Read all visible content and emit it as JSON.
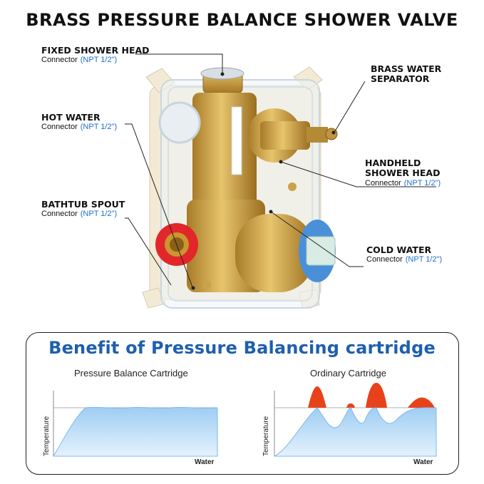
{
  "title": "BRASS PRESSURE BALANCE SHOWER VALVE",
  "callouts": {
    "fixed_shower_head": {
      "name": "FIXED SHOWER HEAD",
      "sub": "Connector",
      "spec": "(NPT 1/2\")"
    },
    "hot_water": {
      "name": "HOT WATER",
      "sub": "Connector",
      "spec": "(NPT 1/2\")"
    },
    "bathtub_spout": {
      "name": "BATHTUB SPOUT",
      "sub": "Connector",
      "spec": "(NPT 1/2\")"
    },
    "brass_water_separator": {
      "name_line1": "BRASS WATER",
      "name_line2": "SEPARATOR"
    },
    "handheld_shower_head": {
      "name_line1": "HANDHELD",
      "name_line2": "SHOWER HEAD",
      "sub": "Connector",
      "spec": "(NPT 1/2\")"
    },
    "cold_water": {
      "name": "COLD WATER",
      "sub": "Connector",
      "spec": "(NPT 1/2\")"
    }
  },
  "benefit": {
    "title": "Benefit of Pressure Balancing cartridge",
    "left_chart": {
      "title": "Pressure Balance Cartridge",
      "ylabel": "Temperature",
      "xlabel": "Water"
    },
    "right_chart": {
      "title": "Ordinary Cartridge",
      "ylabel": "Temperature",
      "xlabel": "Water"
    }
  },
  "colors": {
    "brand_blue": "#1f5fae",
    "spec_blue": "#1e6fd0",
    "fill_blue": "#a9d3f5",
    "spike_red": "#e8421a",
    "brass": "#c99a3a"
  }
}
